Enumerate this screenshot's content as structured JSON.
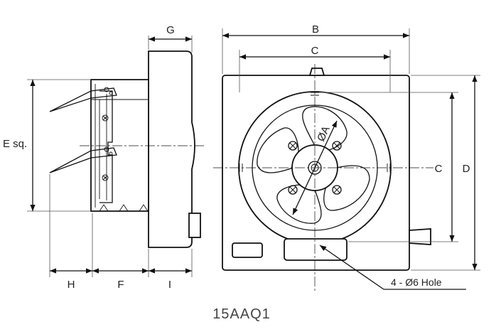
{
  "diagram": {
    "model": "15AAQ1",
    "dimension_labels": {
      "B": "B",
      "C_top": "C",
      "C_right": "C",
      "D": "D",
      "G": "G",
      "E": "E sq.",
      "H": "H",
      "F": "F",
      "I": "I",
      "A": "ØA"
    },
    "hole_note": "4 - Ø6 Hole"
  }
}
